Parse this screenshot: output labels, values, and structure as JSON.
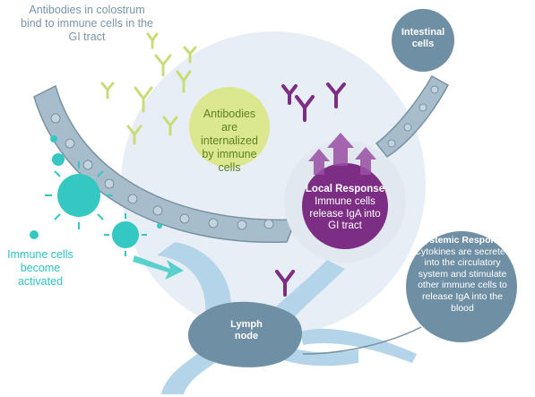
{
  "labels": {
    "antibodies_bind": "Antibodies in colostrum bind to immune cells in the GI tract",
    "intestinal_cells": "Intestinal cells",
    "antibodies_internalized": "Antibodies are internalized by immune cells",
    "local_response_title": "Local Response",
    "local_response_body": "Immune cells release IgA into GI tract",
    "immune_activated": "Immune cells become activated",
    "systemic_response_title": "Systemic Response",
    "systemic_response_body": "Cytokines are secreted into the circulatory system and stimulate other immune cells to release IgA into the blood",
    "lymph_node": "Lymph node"
  },
  "colors": {
    "gray_blue": "#6f8fa5",
    "lime": "#dbe88f",
    "purple": "#7c2d84",
    "teal": "#35c8c3",
    "light_blue": "#a9cde6",
    "background_circle": "#e7edf4"
  }
}
